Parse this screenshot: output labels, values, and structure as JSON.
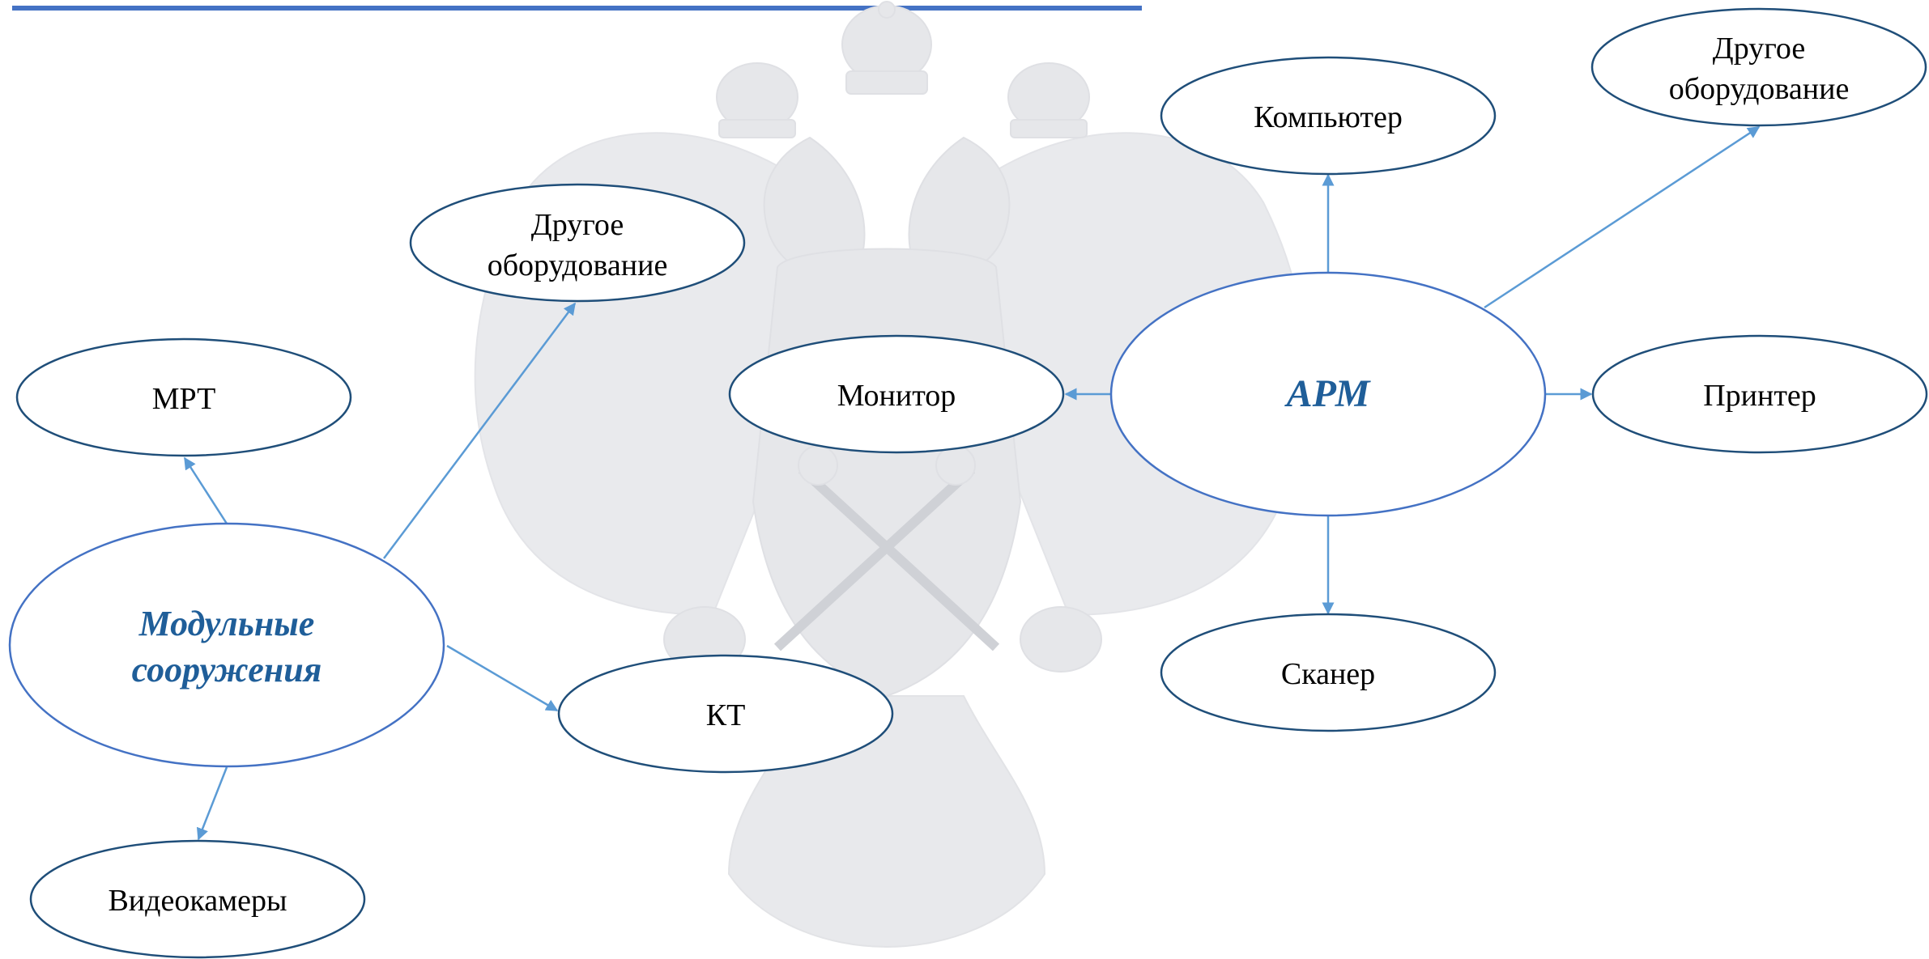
{
  "colors": {
    "rule": "#4472c4",
    "outline_dark": "#1f4e79",
    "outline_center": "#4472c4",
    "arrow": "#5b9bd5",
    "center_text": "#1f5e99",
    "leaf_text": "#000000",
    "watermark": "#e6e7ea"
  },
  "watermark": {
    "icon": "double-headed-eagle-emblem"
  },
  "clusters": {
    "modular": {
      "center": {
        "line1": "Модульные",
        "line2": "сооружения"
      },
      "mrt": "МРТ",
      "other": {
        "line1": "Другое",
        "line2": "оборудование"
      },
      "kt": "КТ",
      "cameras": "Видеокамеры"
    },
    "arm": {
      "center": "АРМ",
      "computer": "Компьютер",
      "other": {
        "line1": "Другое",
        "line2": "оборудование"
      },
      "monitor": "Монитор",
      "printer": "Принтер",
      "scanner": "Сканер"
    }
  }
}
